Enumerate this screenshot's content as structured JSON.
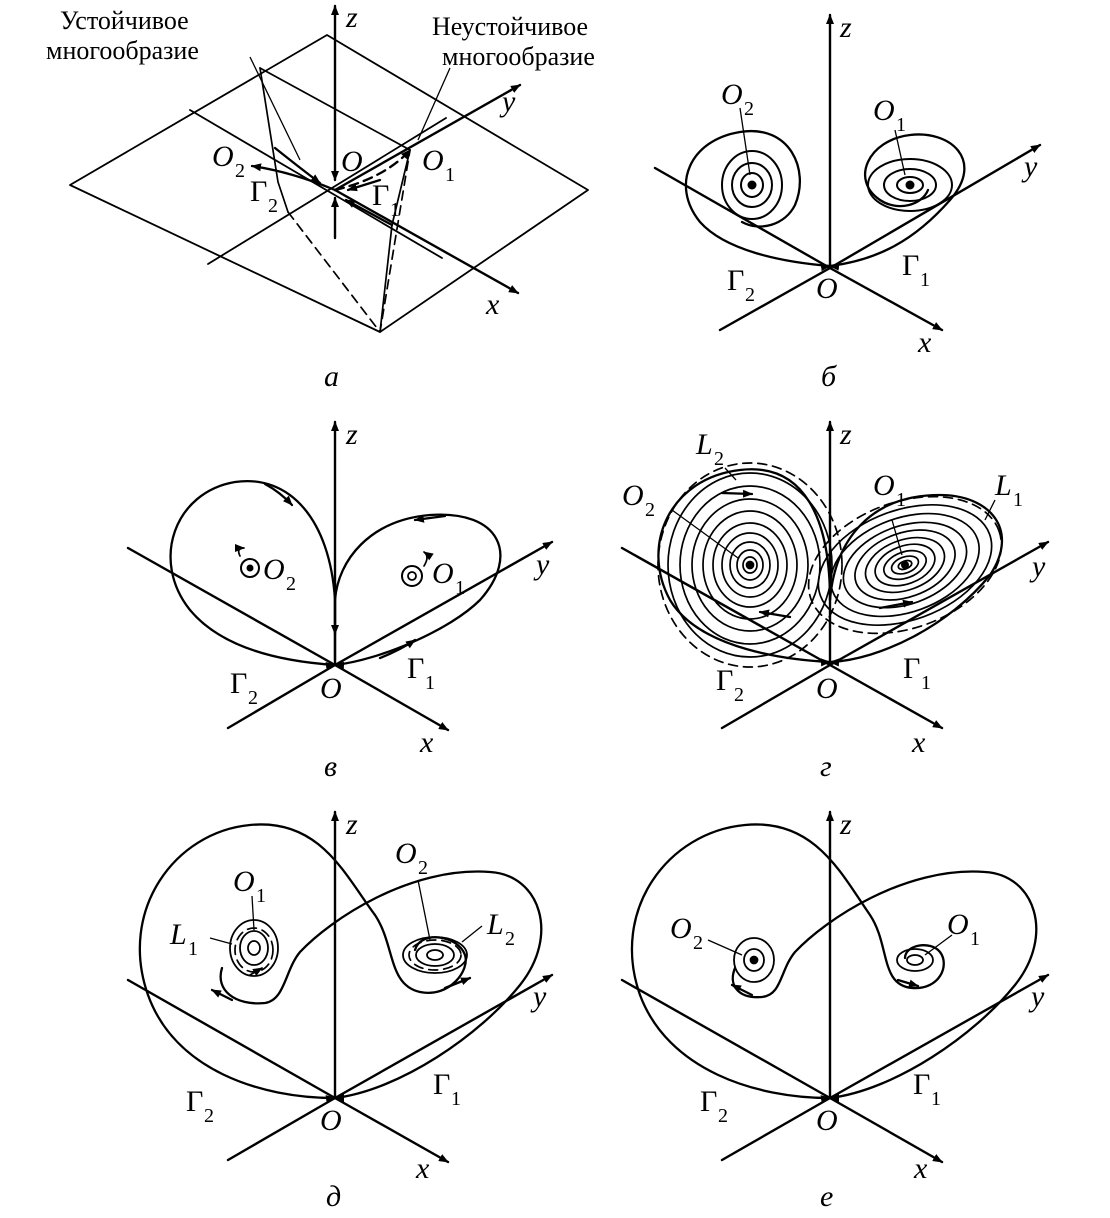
{
  "colors": {
    "ink": "#000000",
    "background": "#ffffff"
  },
  "axes": {
    "z": "z",
    "y": "y",
    "x": "x",
    "origin": "O"
  },
  "points": {
    "O1": "O",
    "O2": "O",
    "sub1": "1",
    "sub2": "2"
  },
  "separatrices": {
    "G": "Γ",
    "sub1": "1",
    "sub2": "2"
  },
  "cycles": {
    "L": "L",
    "sub1": "1",
    "sub2": "2"
  },
  "panels": {
    "a": {
      "caption": "а",
      "stable_manifold_line1": "Устойчивое",
      "stable_manifold_line2": "многообразие",
      "unstable_manifold_line1": "Неустойчивое",
      "unstable_manifold_line2": "многообразие"
    },
    "b": {
      "caption": "б"
    },
    "v": {
      "caption": "в"
    },
    "g": {
      "caption": "г"
    },
    "d": {
      "caption": "д"
    },
    "e": {
      "caption": "е"
    }
  }
}
